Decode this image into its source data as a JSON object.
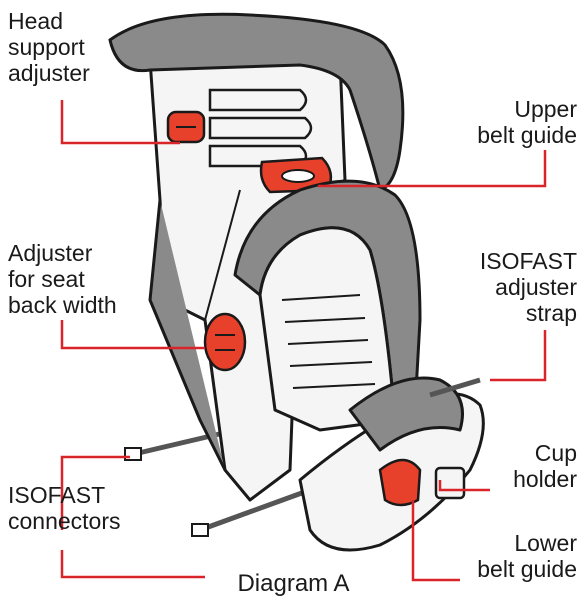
{
  "colors": {
    "leader": "#d9252a",
    "accent": "#e8412b",
    "shell": "#f5f5f5",
    "padding": "#8a8a8a",
    "outline": "#1a1a1a"
  },
  "labels": {
    "head_support_adjuster": "Head\nsupport\nadjuster",
    "upper_belt_guide": "Upper\nbelt guide",
    "seat_back_width_adjuster": "Adjuster\nfor seat\nback width",
    "isofast_adjuster_strap": "ISOFAST\nadjuster\nstrap",
    "cup_holder": "Cup\nholder",
    "isofast_connectors": "ISOFAST\nconnectors",
    "lower_belt_guide": "Lower\nbelt guide"
  },
  "caption": "Diagram A"
}
